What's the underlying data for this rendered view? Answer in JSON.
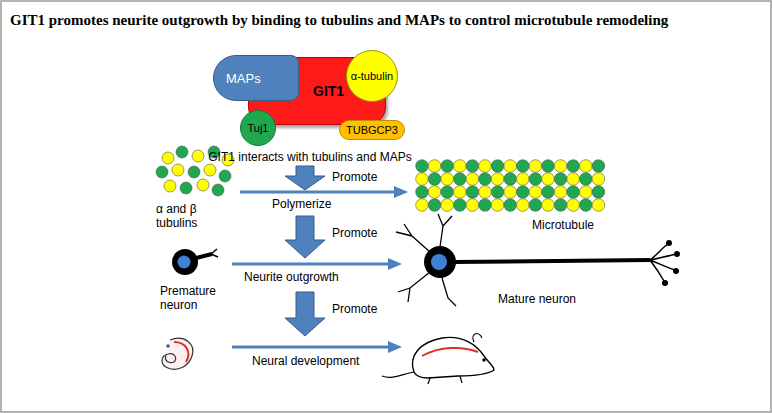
{
  "diagram": {
    "title": "GIT1 promotes neurite outgrowth by binding to tubulins and MAPs to control microtubule remodeling",
    "nodes": [
      {
        "text": [
          "MAPs"
        ]
      },
      {
        "text": [
          "GIT1"
        ]
      },
      {
        "text": [
          "α-tubulin"
        ]
      },
      {
        "text": [
          "Tuj1"
        ]
      },
      {
        "text": [
          "TUBGCP3"
        ]
      }
    ],
    "labels": [
      "GIT1 interacts with tubulins and MAPs",
      "Promote",
      "α and β tubulins",
      "Polymerize",
      "Microtubule",
      "Promote",
      "Premature neuron",
      "Neurite outgrowth",
      "Mature neuron",
      "Promote",
      "Neural development"
    ]
  }
}
